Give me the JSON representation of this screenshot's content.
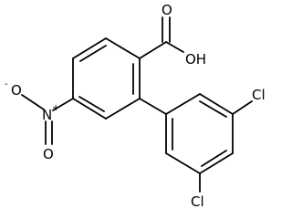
{
  "molecule": {
    "atom_labels": {
      "carboxyl_oxygen": "O",
      "hydroxyl": "OH",
      "nitro_oxygen_single": "O",
      "nitro_charge": "-",
      "nitro_oxygen_double": "O",
      "nitro_nitrogen": "N",
      "nitro_plus": "+",
      "chloro_upper": "Cl",
      "chloro_lower": "Cl"
    }
  }
}
